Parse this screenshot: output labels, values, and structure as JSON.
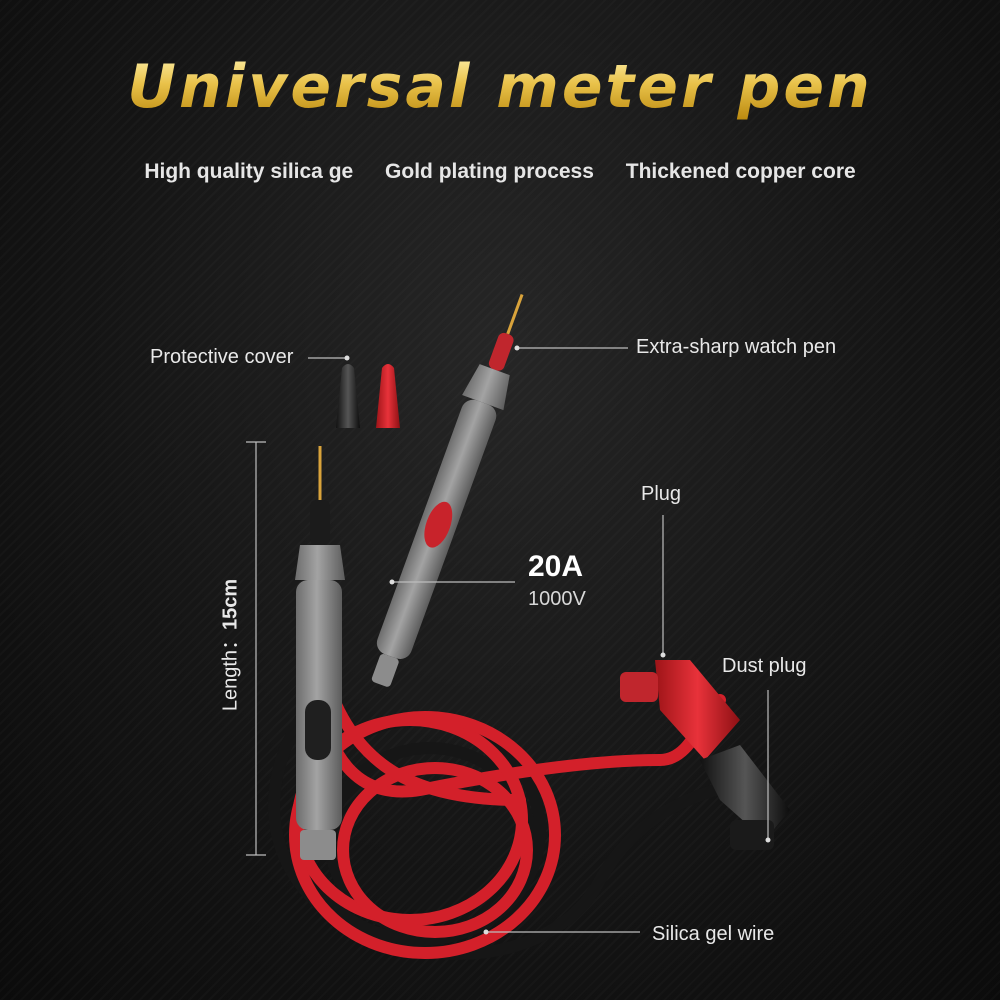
{
  "title": "Universal meter pen",
  "features": [
    "High quality silica ge",
    "Gold plating process",
    "Thickened copper core"
  ],
  "callouts": {
    "protective_cover": "Protective cover",
    "extra_sharp": "Extra-sharp watch pen",
    "plug": "Plug",
    "dust_plug": "Dust plug",
    "silica_wire": "Silica gel wire"
  },
  "rating": {
    "current": "20A",
    "voltage": "1000V"
  },
  "length": {
    "prefix": "Length：",
    "value": "15cm"
  },
  "colors": {
    "title_gold": "#e9c24a",
    "lead_red": "#d8222a",
    "lead_black": "#1a1a1a",
    "probe_gray": "#8d8d8d"
  }
}
